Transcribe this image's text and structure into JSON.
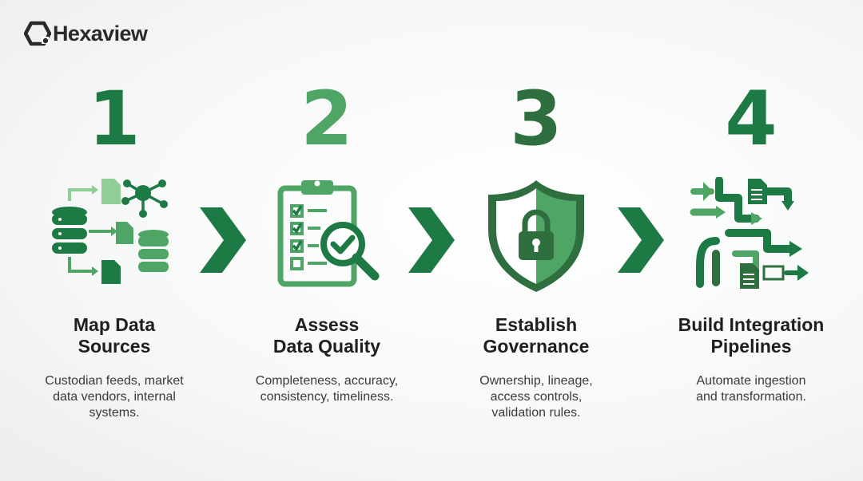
{
  "brand": {
    "name": "Hexaview",
    "logo_icon": "hexagon-link-icon"
  },
  "colors": {
    "primary": "#1e7a45",
    "secondary": "#4fa565",
    "dark": "#2f6f3f",
    "accent_light": "#8fcf97"
  },
  "steps": [
    {
      "number": "1",
      "icon": "data-sources-network-icon",
      "title": "Map Data\nSources",
      "description": "Custodian feeds, market\ndata vendors, internal\nsystems."
    },
    {
      "number": "2",
      "icon": "clipboard-checklist-magnifier-icon",
      "title": "Assess\nData Quality",
      "description": "Completeness, accuracy,\nconsistency, timeliness."
    },
    {
      "number": "3",
      "icon": "shield-lock-icon",
      "title": "Establish\nGovernance",
      "description": "Ownership, lineage,\naccess controls,\nvalidation rules."
    },
    {
      "number": "4",
      "icon": "pipelines-flow-icon",
      "title": "Build Integration\nPipelines",
      "description": "Automate ingestion\nand transformation."
    }
  ],
  "connectors": [
    "chevron-right-icon",
    "chevron-right-icon",
    "chevron-right-icon"
  ]
}
